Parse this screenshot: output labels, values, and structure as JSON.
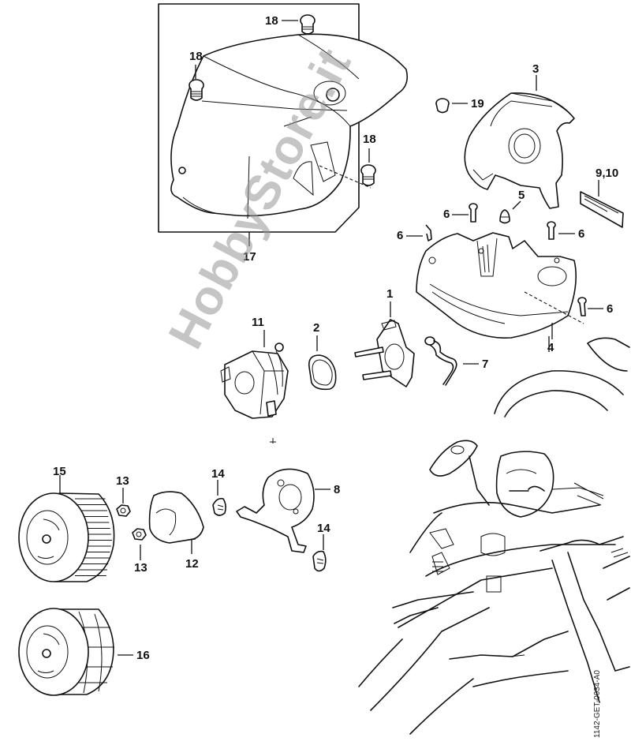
{
  "diagram": {
    "title": "Exploded parts diagram — chainsaw shroud, carburetor, air filter",
    "reference_code": "1142-GET-0034-A0",
    "watermark": "HobbyStore.it",
    "callouts": [
      {
        "id": "1",
        "label": "1",
        "part": "carburetor-flange"
      },
      {
        "id": "2",
        "label": "2",
        "part": "gasket"
      },
      {
        "id": "3",
        "label": "3",
        "part": "baffle-shroud"
      },
      {
        "id": "4",
        "label": "4",
        "part": "carrier-housing"
      },
      {
        "id": "5",
        "label": "5",
        "part": "grommet"
      },
      {
        "id": "6a",
        "label": "6",
        "part": "screw"
      },
      {
        "id": "6b",
        "label": "6",
        "part": "screw"
      },
      {
        "id": "6c",
        "label": "6",
        "part": "screw"
      },
      {
        "id": "6d",
        "label": "6",
        "part": "screw"
      },
      {
        "id": "7",
        "label": "7",
        "part": "plate"
      },
      {
        "id": "8",
        "label": "8",
        "part": "hose-fitting"
      },
      {
        "id": "9-10",
        "label": "9,10",
        "part": "carburetor"
      },
      {
        "id": "11",
        "label": "11",
        "part": "base-plate"
      },
      {
        "id": "12",
        "label": "12",
        "part": "cover"
      },
      {
        "id": "13a",
        "label": "13",
        "part": "nut"
      },
      {
        "id": "13b",
        "label": "13",
        "part": "nut"
      },
      {
        "id": "14a",
        "label": "14",
        "part": "retainer"
      },
      {
        "id": "14b",
        "label": "14",
        "part": "retainer"
      },
      {
        "id": "15",
        "label": "15",
        "part": "air-filter-pleated"
      },
      {
        "id": "16",
        "label": "16",
        "part": "air-filter-mesh"
      },
      {
        "id": "17",
        "label": "17",
        "part": "shroud-kit"
      },
      {
        "id": "18a",
        "label": "18",
        "part": "twist-lock"
      },
      {
        "id": "18b",
        "label": "18",
        "part": "twist-lock"
      },
      {
        "id": "18c",
        "label": "18",
        "part": "twist-lock"
      },
      {
        "id": "19",
        "label": "19",
        "part": "rubber-buffer"
      }
    ]
  }
}
